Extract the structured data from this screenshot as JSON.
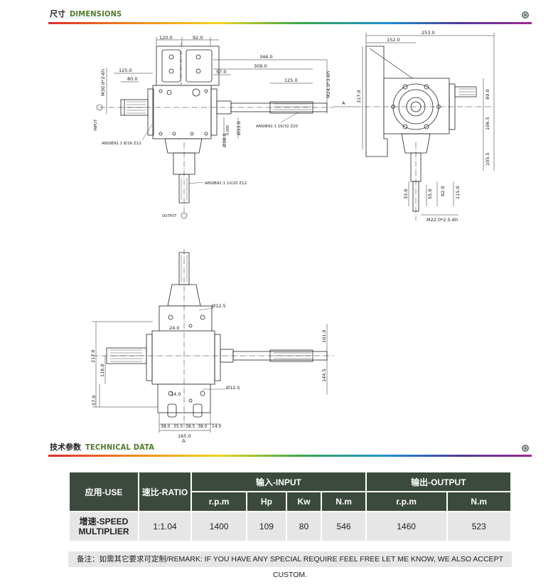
{
  "dimensions_section": {
    "title_cn": "尺寸",
    "title_en": "DIMENSIONS"
  },
  "technical_section": {
    "title_cn": "技术参数",
    "title_en": "TECHNICAL DATA"
  },
  "drawing": {
    "front": {
      "d120": "120.0",
      "d92": "92.0",
      "d346": "346.0",
      "d309": "309.0",
      "d125_top": "125.0",
      "d80": "80.0",
      "d57": "57.0",
      "d125_right": "125.0",
      "m30": "M30.0*2-6h",
      "m24": "M24.0*3-6h",
      "d38": "Ø38.0",
      "d38tol": "0.005",
      "d33": "Ø33.0",
      "input_label": "INPUT",
      "output_label": "OUTPUT",
      "spline_input": "ANSIB92.1  8/16  Z12",
      "spline_right": "ANSIB92.1  16/32  Z20",
      "spline_output": "ANSIB92.1  10/20 Z12"
    },
    "side": {
      "d253": "253.0",
      "d152": "152.0",
      "d317": "317.0",
      "a_label": "A",
      "d89": "89.0",
      "d106": "106.5",
      "d105": "105.5",
      "d33": "33.0",
      "d55": "55.0",
      "d82": "82.0",
      "d115": "115.0",
      "m22": "M22.0*2.5-6h"
    },
    "bottom": {
      "d12_top": "Ø12.5",
      "d24_top": "24.0",
      "d12_bot": "Ø12.5",
      "d24_bot": "24.0",
      "d217": "217.0",
      "d116": "116.0",
      "d57": "57.0",
      "d101": "101.0",
      "d144": "144.5",
      "d38a": "38.0",
      "d35": "35.5",
      "d38b": "38.5",
      "d38c": "38.0",
      "d14": "14.0",
      "d165": "165.0",
      "a_label": "A"
    }
  },
  "table": {
    "use_header": "应用-USE",
    "ratio_header": "速比-RATIO",
    "input_header": "输入-INPUT",
    "output_header": "输出-OUTPUT",
    "sub": {
      "rpm_in": "r.p.m",
      "hp": "Hp",
      "kw": "Kw",
      "nm_in": "N.m",
      "rpm_out": "r.p.m",
      "nm_out": "N.m"
    },
    "row": {
      "use_line1": "增速-SPEED",
      "use_line2": "MULTIPLIER",
      "ratio": "1:1.04",
      "rpm_in": "1400",
      "hp": "109",
      "kw": "80",
      "nm_in": "546",
      "rpm_out": "1460",
      "nm_out": "523"
    }
  },
  "remark": "备注：如需其它要求可定制/REMARK: IF YOU HAVE ANY SPECIAL REQUIRE FEEL FREE LET ME KNOW, WE ALSO ACCEPT CUSTOM."
}
